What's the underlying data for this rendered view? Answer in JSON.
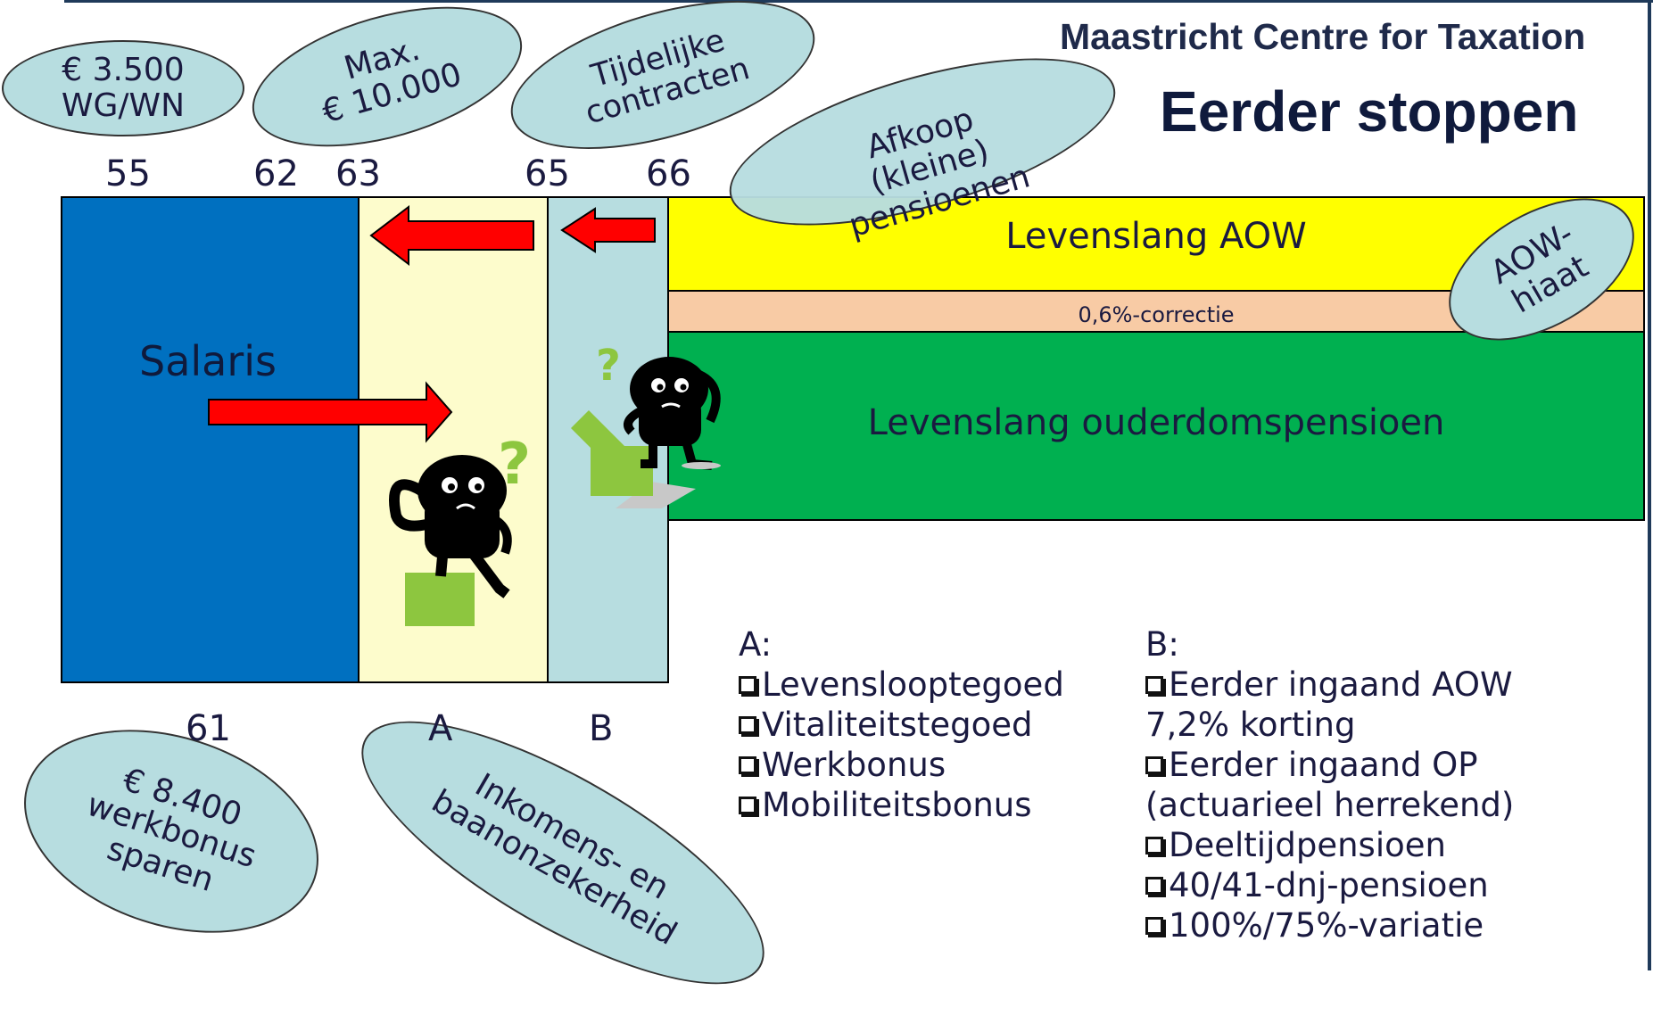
{
  "header": {
    "organization": "Maastricht Centre for Taxation",
    "title": "Eerder stoppen"
  },
  "ages_top": [
    "55",
    "62",
    "63",
    "65",
    "66"
  ],
  "ages_bottom": [
    "61",
    "A",
    "B"
  ],
  "blocks": {
    "salaris": "Salaris",
    "aow": "Levenslang AOW",
    "correctie": "0,6%-correctie",
    "ouderdomspensioen": "Levenslang ouderdomspensioen"
  },
  "bubbles": {
    "b1": "€ 3.500\nWG/WN",
    "b2": "Max.\n€ 10.000",
    "b3": "Tijdelijke\ncontracten",
    "b4": "Afkoop\n(kleine)\npensioenen",
    "b5": "AOW-\nhiaat",
    "b6": "€ 8.400\nwerkbonus\nsparen",
    "b7": "Inkomens- en\nbaanonzekerheid"
  },
  "list_a": {
    "heading": "A:",
    "items": [
      "Levenslooptegoed",
      "Vitaliteitstegoed",
      "Werkbonus",
      "Mobiliteitsbonus"
    ]
  },
  "list_b": {
    "heading": "B:",
    "lines": [
      {
        "check": true,
        "text": "Eerder ingaand AOW"
      },
      {
        "check": false,
        "text": "7,2% korting"
      },
      {
        "check": true,
        "text": "Eerder ingaand OP"
      },
      {
        "check": false,
        "text": "(actuarieel herrekend)"
      },
      {
        "check": true,
        "text": "Deeltijdpensioen"
      },
      {
        "check": true,
        "text": "40/41-dnj-pensioen"
      },
      {
        "check": true,
        "text": "100%/75%-variatie"
      }
    ]
  },
  "colors": {
    "salaris": "#0070c0",
    "zone_a": "#fdfccc",
    "zone_b": "#b7dde0",
    "aow": "#ffff00",
    "correctie": "#f8cba5",
    "ouderdom": "#00b050",
    "arrow": "#ff0000",
    "bubble": "#b7dde0"
  }
}
